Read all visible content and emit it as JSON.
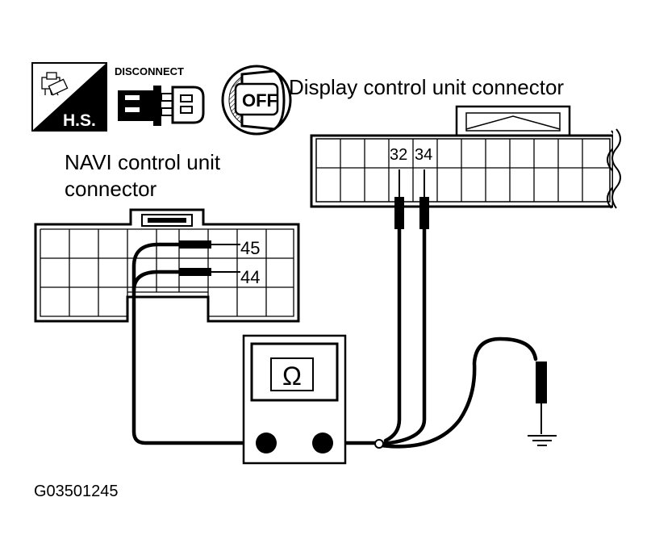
{
  "icons": {
    "hs_label": "H.S.",
    "disconnect_label": "DISCONNECT",
    "ignition_label": "OFF"
  },
  "labels": {
    "display_connector": "Display control unit connector",
    "navi_connector_line1": "NAVI control unit",
    "navi_connector_line2": "connector",
    "figure_id": "G03501245"
  },
  "terminals": {
    "display_a": "32",
    "display_b": "34",
    "navi_a": "45",
    "navi_b": "44"
  },
  "meter": {
    "symbol": "Ω"
  },
  "colors": {
    "ink": "#000000",
    "paper": "#ffffff"
  }
}
